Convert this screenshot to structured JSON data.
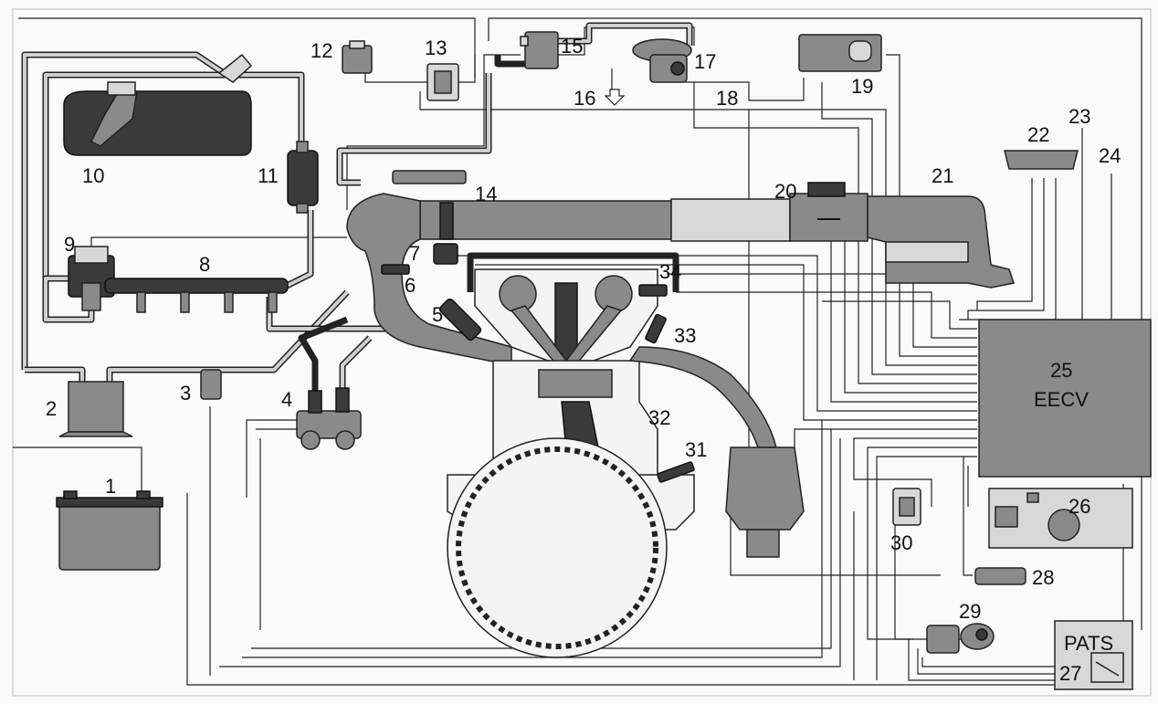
{
  "labels": {
    "n1": "1",
    "n2": "2",
    "n3": "3",
    "n4": "4",
    "n5": "5",
    "n6": "6",
    "n7": "7",
    "n8": "8",
    "n9": "9",
    "n10": "10",
    "n11": "11",
    "n12": "12",
    "n13": "13",
    "n14": "14",
    "n15": "15",
    "n16": "16",
    "n17": "17",
    "n18": "18",
    "n19": "19",
    "n20": "20",
    "n21": "21",
    "n22": "22",
    "n23": "23",
    "n24": "24",
    "n25": "25",
    "n26": "26",
    "n27": "27",
    "n28": "28",
    "n29": "29",
    "n30": "30",
    "n31": "31",
    "n32": "32",
    "n33": "33",
    "n34": "34"
  },
  "ecu_text": "EECV",
  "pats_text": "PATS",
  "colors": {
    "component_gray": "#8a8a8a",
    "component_dark": "#3a3a3a",
    "outline": "#222222",
    "background": "#ffffff"
  }
}
